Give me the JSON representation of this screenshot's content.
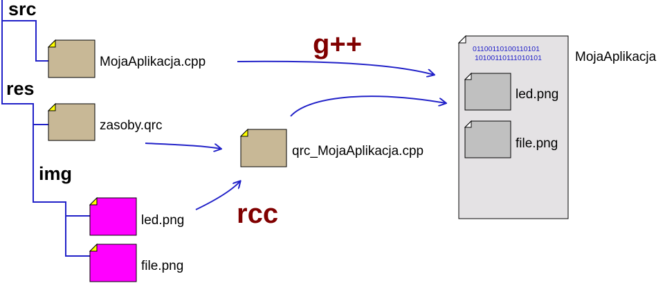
{
  "colors": {
    "tree_line": "#2020c8",
    "arrow": "#2020c8",
    "tool_label": "#800000",
    "source_file": "#c8b896",
    "image_file": "#ff00ff",
    "embedded_file": "#c0c0c0",
    "corner_fold": "#ffff00",
    "binary_text": "#2020c8",
    "executable_bg": "#e4e2e4"
  },
  "tree": {
    "src": "src",
    "res": "res",
    "img": "img"
  },
  "files": {
    "main_cpp": {
      "label": "MojaAplikacja.cpp",
      "icon": "source-file-icon"
    },
    "resource_qrc": {
      "label": "zasoby.qrc",
      "icon": "source-file-icon"
    },
    "led": {
      "label": "led.png",
      "icon": "image-file-icon"
    },
    "file": {
      "label": "file.png",
      "icon": "image-file-icon"
    },
    "generated_cpp": {
      "label": "qrc_MojaAplikacja.cpp",
      "icon": "source-file-icon"
    }
  },
  "tools": {
    "compiler": "g++",
    "resource_compiler": "rcc"
  },
  "executable": {
    "label": "MojaAplikacja",
    "binary_line_1": "01100110100110101",
    "binary_line_2": "10100110111010101",
    "embedded_1": "led.png",
    "embedded_2": "file.png"
  }
}
